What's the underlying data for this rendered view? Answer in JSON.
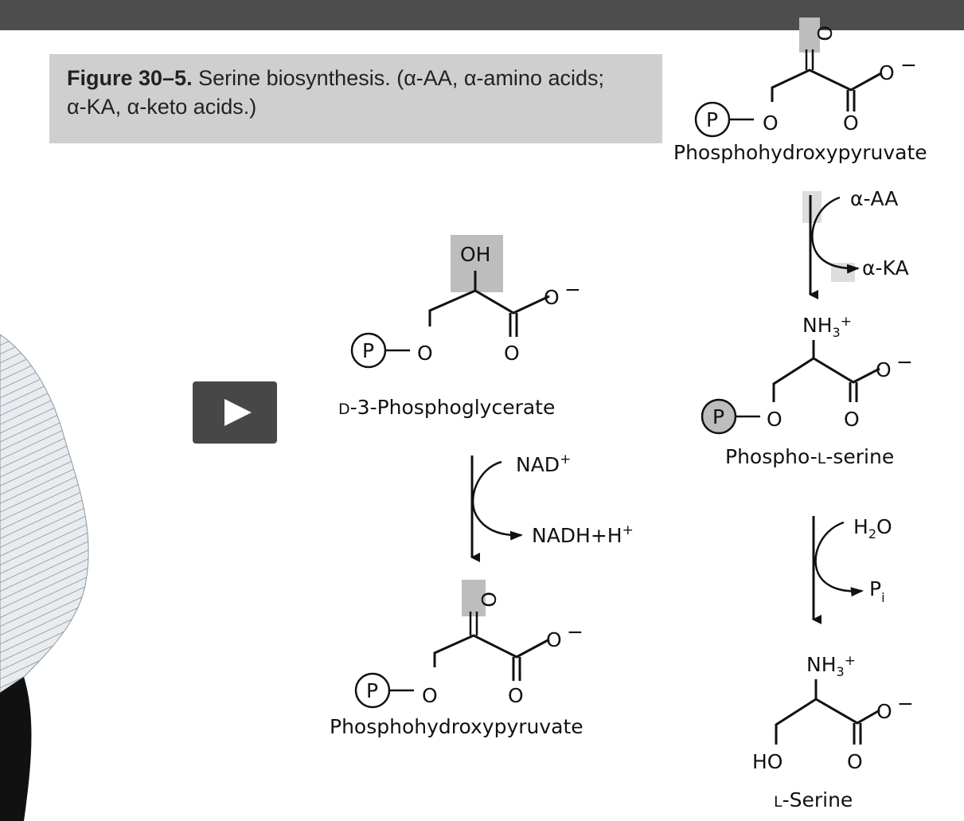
{
  "caption": {
    "figure_label": "Figure 30–5.",
    "text_line1": " Serine biosynthesis. (α-AA, α-amino acids;",
    "text_line2": "α-KA, α-keto acids.)"
  },
  "compounds": {
    "phosphoglycerate": {
      "prefix": "D",
      "name": "-3-Phosphoglycerate"
    },
    "phosphohydroxypyruvate_left": {
      "name": "Phosphohydroxypyruvate"
    },
    "phosphohydroxypyruvate_right": {
      "name": "Phosphohydroxypyruvate"
    },
    "phosphoserine": {
      "name_start": "Phospho-",
      "prefix": "L",
      "name_end": "-serine"
    },
    "serine": {
      "prefix": "L",
      "name": "-Serine"
    }
  },
  "atoms": {
    "oh": "OH",
    "o": "O",
    "o_minus": "O",
    "minus": "−",
    "p": "P",
    "ho": "HO",
    "nh3": "NH",
    "subscript_3": "3",
    "plus": "+"
  },
  "reactions": {
    "step1": {
      "in": "NAD",
      "in_sup": "+",
      "out": "NADH+H",
      "out_sup": "+"
    },
    "step2": {
      "in": "α-AA",
      "out": "α-KA"
    },
    "step3": {
      "in_h": "H",
      "in_sub": "2",
      "in_o": "O",
      "out": "P",
      "out_sub": "i"
    }
  },
  "video": {
    "play_icon": "play-icon"
  },
  "colors": {
    "topbar": "#4d4d4d",
    "caption_bg": "#cfcfcf",
    "highlight": "#bdbdbd",
    "play_button": "#474747"
  }
}
